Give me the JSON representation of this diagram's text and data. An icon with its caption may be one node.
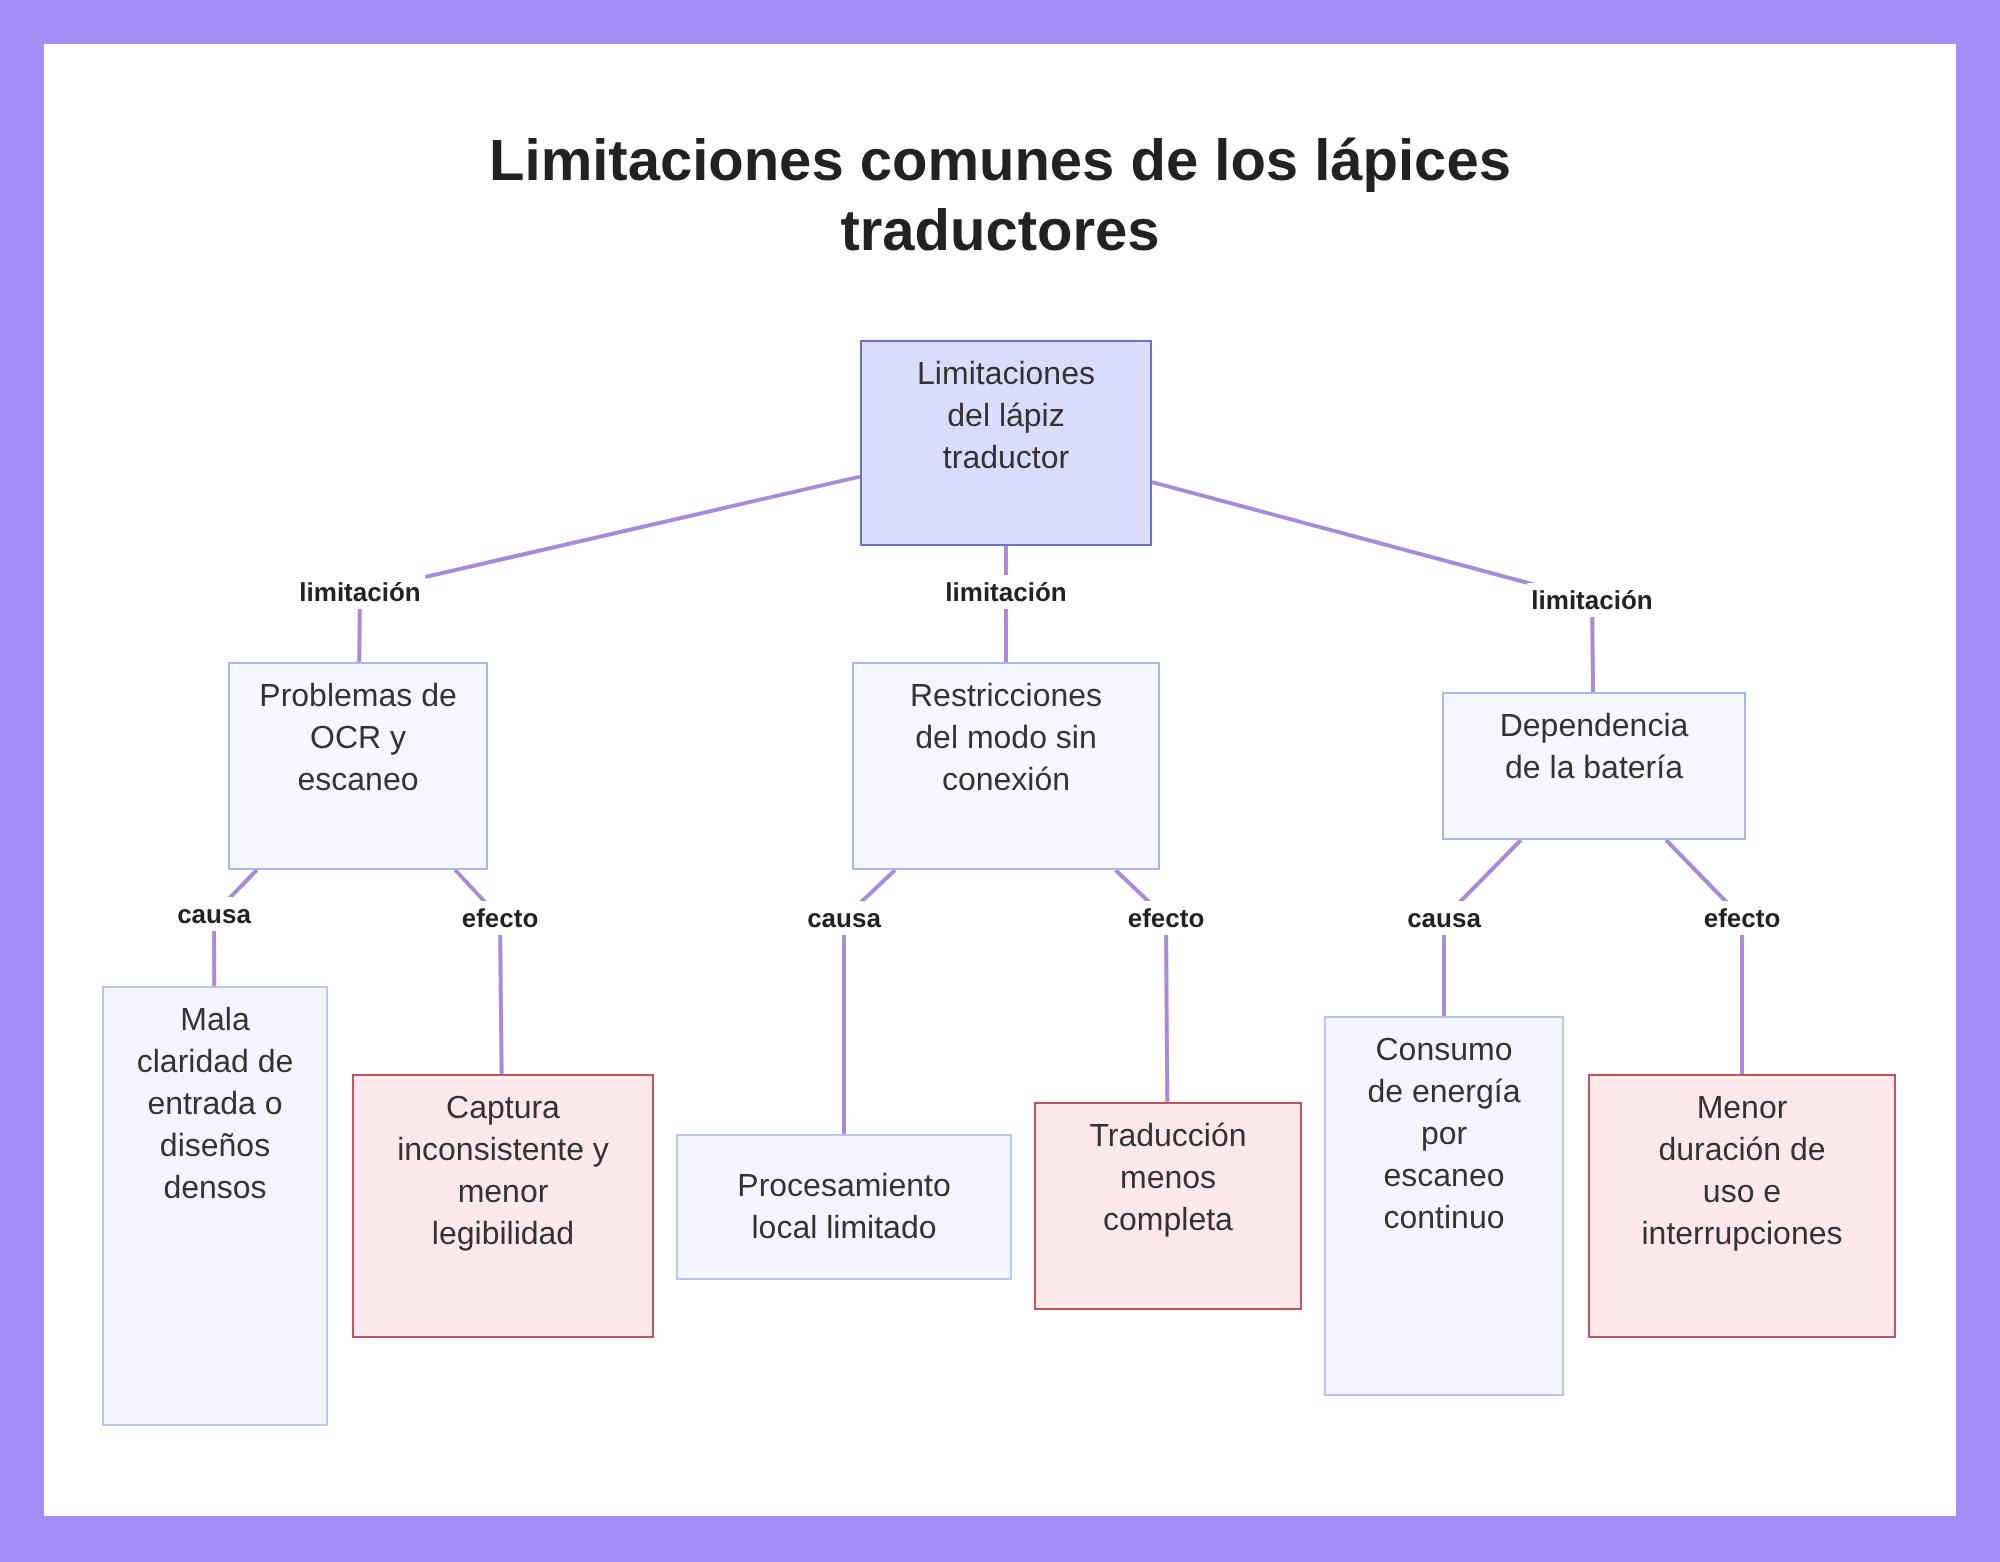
{
  "diagram": {
    "title": "Limitaciones comunes de los lápices traductores",
    "nodes": [
      {
        "text": [
          "Limitaciones del lápiz traductor"
        ]
      },
      {
        "text": [
          "Problemas de OCR y escaneo"
        ]
      },
      {
        "text": [
          "Restricciones del modo sin conexión"
        ]
      },
      {
        "text": [
          "Dependencia de la batería"
        ]
      },
      {
        "text": [
          "Mala claridad de entrada o diseños densos"
        ]
      },
      {
        "text": [
          "Captura inconsistente y menor legibilidad"
        ]
      },
      {
        "text": [
          "Procesamiento local limitado"
        ]
      },
      {
        "text": [
          "Traducción menos completa"
        ]
      },
      {
        "text": [
          "Consumo de energía por escaneo continuo"
        ]
      },
      {
        "text": [
          "Menor duración de uso e interrupciones"
        ]
      }
    ],
    "edges": [
      {
        "from": 0,
        "to": 1,
        "arrow": "none",
        "label": "limitación"
      },
      {
        "from": 0,
        "to": 2,
        "arrow": "none",
        "label": "limitación"
      },
      {
        "from": 0,
        "to": 3,
        "arrow": "none",
        "label": "limitación"
      },
      {
        "from": 1,
        "to": 4,
        "arrow": "none",
        "label": "causa"
      },
      {
        "from": 1,
        "to": 5,
        "arrow": "none",
        "label": "efecto"
      },
      {
        "from": 2,
        "to": 6,
        "arrow": "none",
        "label": "causa"
      },
      {
        "from": 2,
        "to": 7,
        "arrow": "none",
        "label": "efecto"
      },
      {
        "from": 3,
        "to": 8,
        "arrow": "none",
        "label": "causa"
      },
      {
        "from": 3,
        "to": 9,
        "arrow": "none",
        "label": "efecto"
      }
    ]
  }
}
